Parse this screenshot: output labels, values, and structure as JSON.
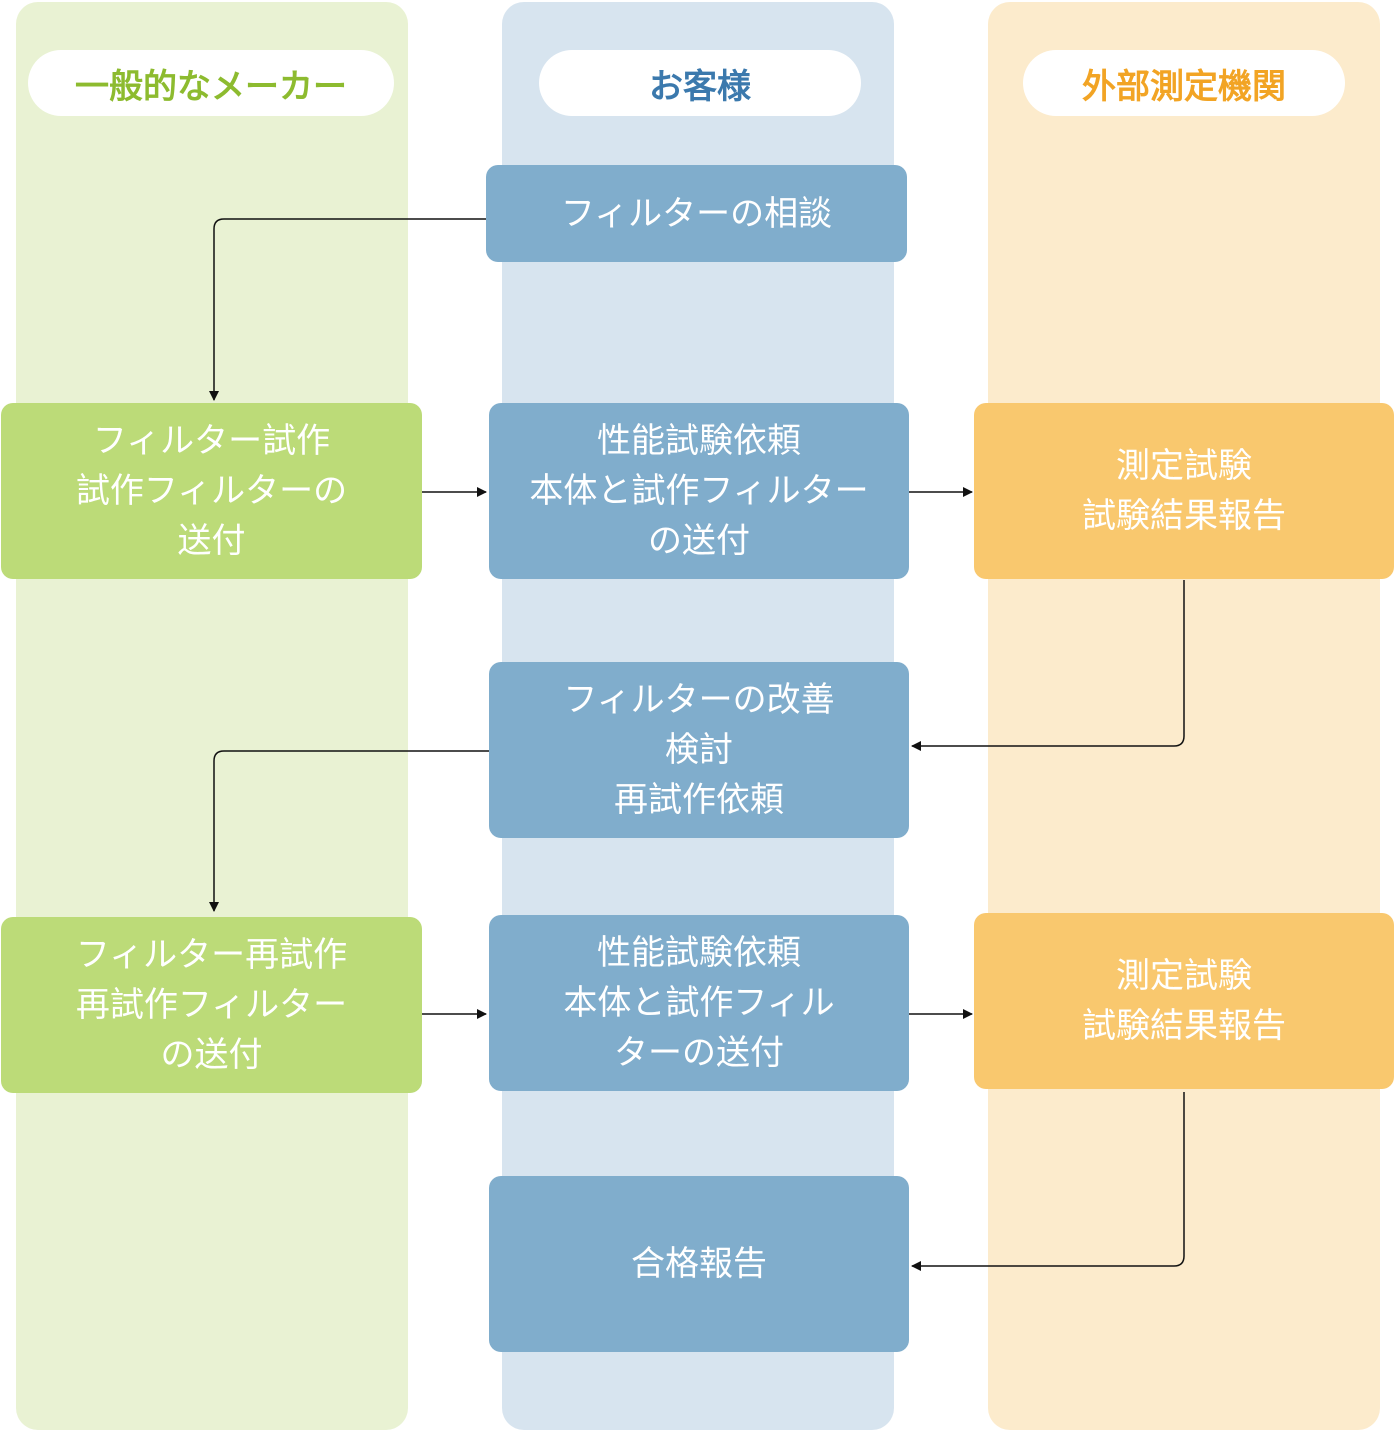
{
  "lanes": {
    "maker": "一般的なメーカー",
    "customer": "お客様",
    "lab": "外部測定機関"
  },
  "boxes": {
    "consult": "フィルターの相談",
    "maker_trial": "フィルター試作\n試作フィルターの\n送付",
    "customer_request1": "性能試験依頼\n本体と試作フィルター\nの送付",
    "lab_test1": "測定試験\n試験結果報告",
    "customer_improve": "フィルターの改善\n検討\n再試作依頼",
    "maker_retrial": "フィルター再試作\n再試作フィルター\nの送付",
    "customer_request2": "性能試験依頼\n本体と試作フィル\nターの送付",
    "lab_test2": "測定試験\n試験結果報告",
    "pass_report": "合格報告"
  },
  "colors": {
    "maker_accent": "#8dbb2f",
    "customer_accent": "#3b79ad",
    "lab_accent": "#f2a424",
    "maker_box": "#bcdb78",
    "customer_box": "#80adcc",
    "lab_box": "#f9c86e"
  }
}
